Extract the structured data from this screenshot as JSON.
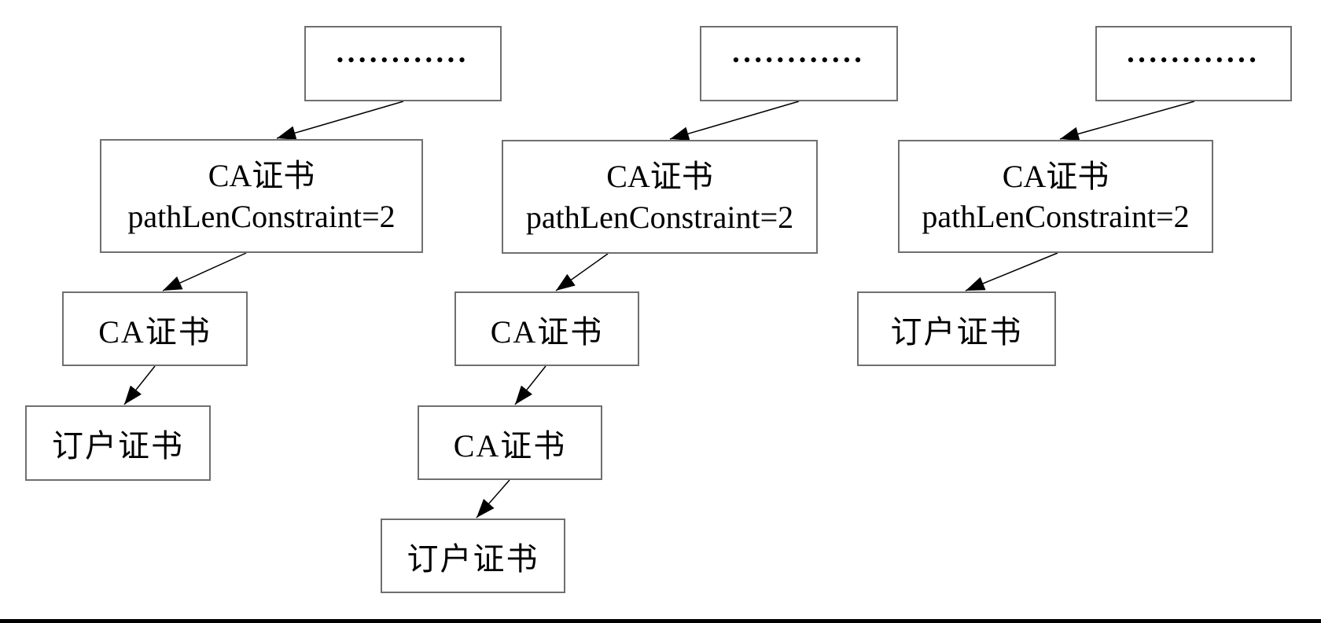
{
  "colors": {
    "background": "#ffffff",
    "box_border": "#6f6f6f",
    "arrow": "#000000",
    "text": "#000000",
    "bottom_rule": "#000000"
  },
  "diagram": {
    "description_labels": {
      "ellipsis": "••••••••••••",
      "ca_cert": "CA证书",
      "path_len_constraint": "pathLenConstraint=2",
      "subscriber_cert": "订户证书"
    },
    "chains": [
      {
        "name": "chain-1",
        "nodes": [
          {
            "type": "ellipsis",
            "label": "••••••••••••"
          },
          {
            "type": "ca-pathlen",
            "line1": "CA证书",
            "line2": "pathLenConstraint=2"
          },
          {
            "type": "ca",
            "label": "CA证书"
          },
          {
            "type": "subscriber",
            "label": "订户证书"
          }
        ]
      },
      {
        "name": "chain-2",
        "nodes": [
          {
            "type": "ellipsis",
            "label": "••••••••••••"
          },
          {
            "type": "ca-pathlen",
            "line1": "CA证书",
            "line2": "pathLenConstraint=2"
          },
          {
            "type": "ca",
            "label": "CA证书"
          },
          {
            "type": "ca",
            "label": "CA证书"
          },
          {
            "type": "subscriber",
            "label": "订户证书"
          }
        ]
      },
      {
        "name": "chain-3",
        "nodes": [
          {
            "type": "ellipsis",
            "label": "••••••••••••"
          },
          {
            "type": "ca-pathlen",
            "line1": "CA证书",
            "line2": "pathLenConstraint=2"
          },
          {
            "type": "subscriber",
            "label": "订户证书"
          }
        ]
      }
    ]
  }
}
